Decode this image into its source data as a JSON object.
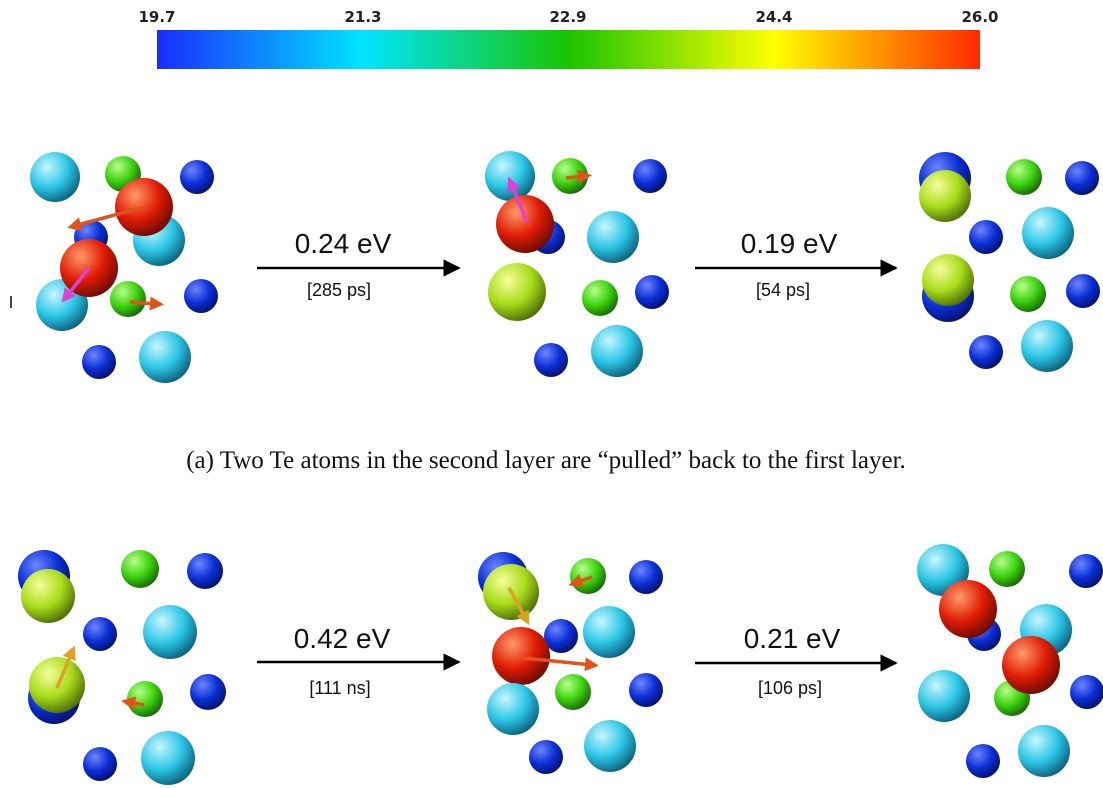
{
  "colorbar": {
    "ticks": [
      "19.7",
      "21.3",
      "22.9",
      "24.4",
      "26.0"
    ],
    "colors": [
      "#1a2cff",
      "#00e5ff",
      "#19c400",
      "#ffff00",
      "#ff2a00"
    ]
  },
  "rows": [
    {
      "transitions": [
        {
          "energy": "0.24 eV",
          "time": "[285 ps]"
        },
        {
          "energy": "0.19 eV",
          "time": "[54 ps]"
        }
      ],
      "caption": "(a) Two Te atoms in the second layer are “pulled” back to the first layer."
    },
    {
      "transitions": [
        {
          "energy": "0.42 eV",
          "time": "[111 ns]"
        },
        {
          "energy": "0.21 eV",
          "time": "[106 ps]"
        }
      ]
    }
  ],
  "atom_colors": {
    "blue": "#0b2fd6",
    "cyan": "#2cc6e6",
    "green": "#3bd20e",
    "lime": "#a8dc1a",
    "red": "#e01b05"
  },
  "arrow_colors": {
    "orange": "#e0541a",
    "magenta": "#e040d0",
    "gold": "#e0a020"
  }
}
